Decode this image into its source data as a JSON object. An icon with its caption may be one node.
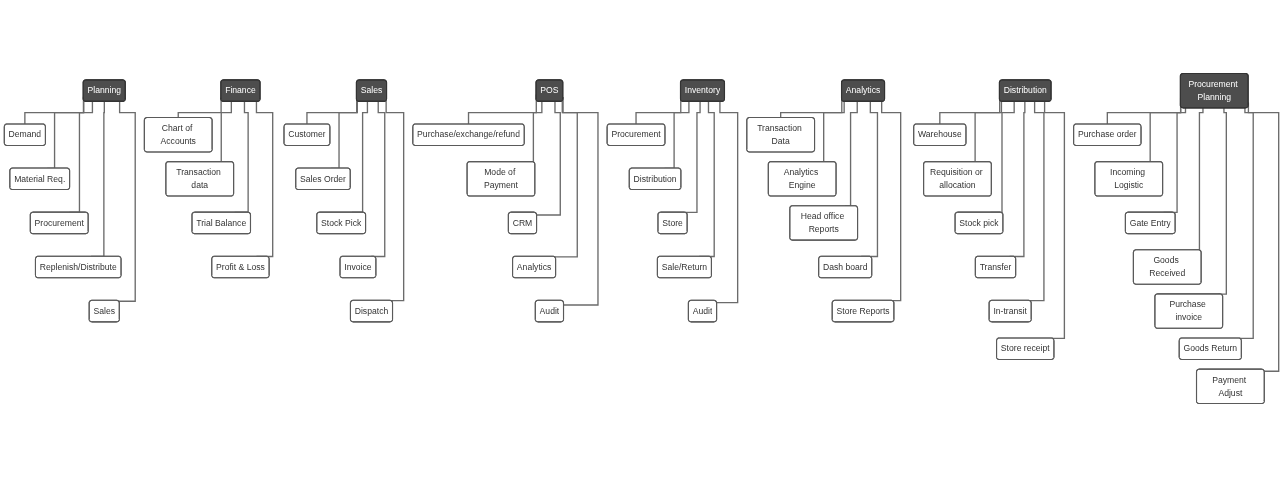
{
  "diagram": {
    "nodes": [
      {
        "text": [
          "Planning"
        ]
      },
      {
        "text": [
          "Demand"
        ]
      },
      {
        "text": [
          "Material Req."
        ]
      },
      {
        "text": [
          "Procurement"
        ]
      },
      {
        "text": [
          "Replenish/Distribute"
        ]
      },
      {
        "text": [
          "Sales"
        ]
      },
      {
        "text": [
          "Procurement Planning"
        ]
      },
      {
        "text": [
          "Purchase order"
        ]
      },
      {
        "text": [
          "Incoming Logistic"
        ]
      },
      {
        "text": [
          "Gate Entry"
        ]
      },
      {
        "text": [
          "Goods Received"
        ]
      },
      {
        "text": [
          "Purchase invoice"
        ]
      },
      {
        "text": [
          "Goods Return"
        ]
      },
      {
        "text": [
          "Payment Adjust"
        ]
      },
      {
        "text": [
          "Distribution"
        ]
      },
      {
        "text": [
          "Warehouse"
        ]
      },
      {
        "text": [
          "Requisition or allocation"
        ]
      },
      {
        "text": [
          "Stock pick"
        ]
      },
      {
        "text": [
          "Transfer"
        ]
      },
      {
        "text": [
          "In-transit"
        ]
      },
      {
        "text": [
          "Store receipt"
        ]
      },
      {
        "text": [
          "Sales"
        ]
      },
      {
        "text": [
          "Customer"
        ]
      },
      {
        "text": [
          "Sales Order"
        ]
      },
      {
        "text": [
          "Stock Pick"
        ]
      },
      {
        "text": [
          "Invoice"
        ]
      },
      {
        "text": [
          "Dispatch"
        ]
      },
      {
        "text": [
          "POS"
        ]
      },
      {
        "text": [
          "Purchase/exchange/refund"
        ]
      },
      {
        "text": [
          "Mode of Payment"
        ]
      },
      {
        "text": [
          "CRM"
        ]
      },
      {
        "text": [
          "Analytics"
        ]
      },
      {
        "text": [
          "Audit"
        ]
      },
      {
        "text": [
          "Finance"
        ]
      },
      {
        "text": [
          "Chart of Accounts"
        ]
      },
      {
        "text": [
          "Transaction data"
        ]
      },
      {
        "text": [
          "Trial Balance"
        ]
      },
      {
        "text": [
          "Profit & Loss"
        ]
      },
      {
        "text": [
          "Inventory"
        ]
      },
      {
        "text": [
          "Procurement"
        ]
      },
      {
        "text": [
          "Distribution"
        ]
      },
      {
        "text": [
          "Store"
        ]
      },
      {
        "text": [
          "Sale/Return"
        ]
      },
      {
        "text": [
          "Audit"
        ]
      },
      {
        "text": [
          "Analytics"
        ]
      },
      {
        "text": [
          "Transaction Data"
        ]
      },
      {
        "text": [
          "Analytics Engine"
        ]
      },
      {
        "text": [
          "Head office Reports"
        ]
      },
      {
        "text": [
          "Dash board"
        ]
      },
      {
        "text": [
          "Store Reports"
        ]
      }
    ],
    "edges": [
      {
        "from": 0,
        "to": 1,
        "arrow": "none"
      },
      {
        "from": 0,
        "to": 2,
        "arrow": "none"
      },
      {
        "from": 0,
        "to": 3,
        "arrow": "none"
      },
      {
        "from": 0,
        "to": 4,
        "arrow": "none"
      },
      {
        "from": 0,
        "to": 5,
        "arrow": "none"
      },
      {
        "from": 6,
        "to": 7,
        "arrow": "none"
      },
      {
        "from": 6,
        "to": 8,
        "arrow": "none"
      },
      {
        "from": 6,
        "to": 9,
        "arrow": "none"
      },
      {
        "from": 6,
        "to": 10,
        "arrow": "none"
      },
      {
        "from": 6,
        "to": 11,
        "arrow": "none"
      },
      {
        "from": 6,
        "to": 12,
        "arrow": "none"
      },
      {
        "from": 6,
        "to": 13,
        "arrow": "none"
      },
      {
        "from": 14,
        "to": 15,
        "arrow": "none"
      },
      {
        "from": 14,
        "to": 16,
        "arrow": "none"
      },
      {
        "from": 14,
        "to": 17,
        "arrow": "none"
      },
      {
        "from": 14,
        "to": 18,
        "arrow": "none"
      },
      {
        "from": 14,
        "to": 19,
        "arrow": "none"
      },
      {
        "from": 14,
        "to": 20,
        "arrow": "none"
      },
      {
        "from": 21,
        "to": 22,
        "arrow": "none"
      },
      {
        "from": 21,
        "to": 23,
        "arrow": "none"
      },
      {
        "from": 21,
        "to": 24,
        "arrow": "none"
      },
      {
        "from": 21,
        "to": 25,
        "arrow": "none"
      },
      {
        "from": 21,
        "to": 26,
        "arrow": "none"
      },
      {
        "from": 27,
        "to": 28,
        "arrow": "none"
      },
      {
        "from": 27,
        "to": 29,
        "arrow": "none"
      },
      {
        "from": 27,
        "to": 30,
        "arrow": "none"
      },
      {
        "from": 27,
        "to": 31,
        "arrow": "none"
      },
      {
        "from": 27,
        "to": 32,
        "arrow": "none"
      },
      {
        "from": 33,
        "to": 34,
        "arrow": "none"
      },
      {
        "from": 33,
        "to": 35,
        "arrow": "none"
      },
      {
        "from": 33,
        "to": 36,
        "arrow": "none"
      },
      {
        "from": 33,
        "to": 37,
        "arrow": "none"
      },
      {
        "from": 38,
        "to": 39,
        "arrow": "none"
      },
      {
        "from": 38,
        "to": 40,
        "arrow": "none"
      },
      {
        "from": 38,
        "to": 41,
        "arrow": "none"
      },
      {
        "from": 38,
        "to": 42,
        "arrow": "none"
      },
      {
        "from": 38,
        "to": 43,
        "arrow": "none"
      },
      {
        "from": 44,
        "to": 45,
        "arrow": "none"
      },
      {
        "from": 44,
        "to": 46,
        "arrow": "none"
      },
      {
        "from": 44,
        "to": 47,
        "arrow": "none"
      },
      {
        "from": 44,
        "to": 48,
        "arrow": "none"
      },
      {
        "from": 44,
        "to": 49,
        "arrow": "none"
      }
    ]
  }
}
